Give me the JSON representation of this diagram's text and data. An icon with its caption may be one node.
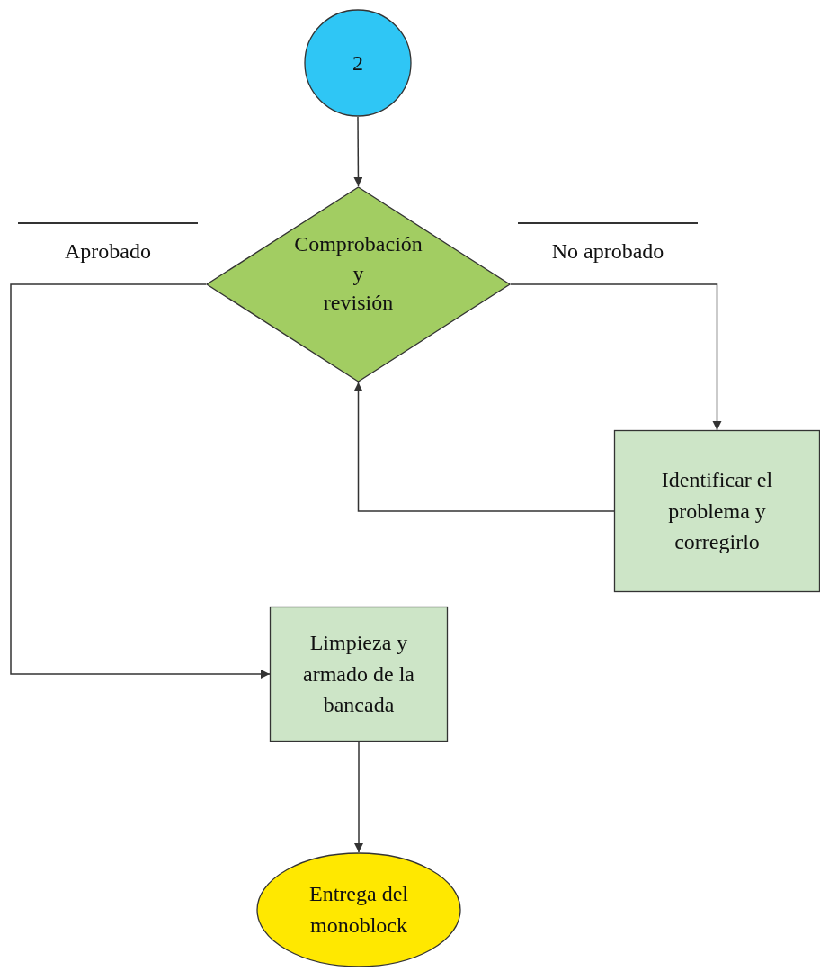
{
  "diagram": {
    "nodes": [
      {
        "text": [
          "2"
        ]
      },
      {
        "text": [
          "Comprobación y revisión"
        ]
      },
      {
        "text": [
          "Identificar el problema y corregirlo"
        ]
      },
      {
        "text": [
          "Limpieza y armado de la bancada"
        ]
      },
      {
        "text": [
          "Entrega del monoblock"
        ]
      }
    ],
    "edges": [
      {
        "from": 0,
        "to": 1,
        "arrow": "to"
      },
      {
        "from": 1,
        "to": 3,
        "arrow": "to",
        "label": "Aprobado"
      },
      {
        "from": 1,
        "to": 2,
        "arrow": "to",
        "label": "No aprobado"
      },
      {
        "from": 2,
        "to": 1,
        "arrow": "to"
      },
      {
        "from": 3,
        "to": 4,
        "arrow": "to"
      }
    ]
  }
}
